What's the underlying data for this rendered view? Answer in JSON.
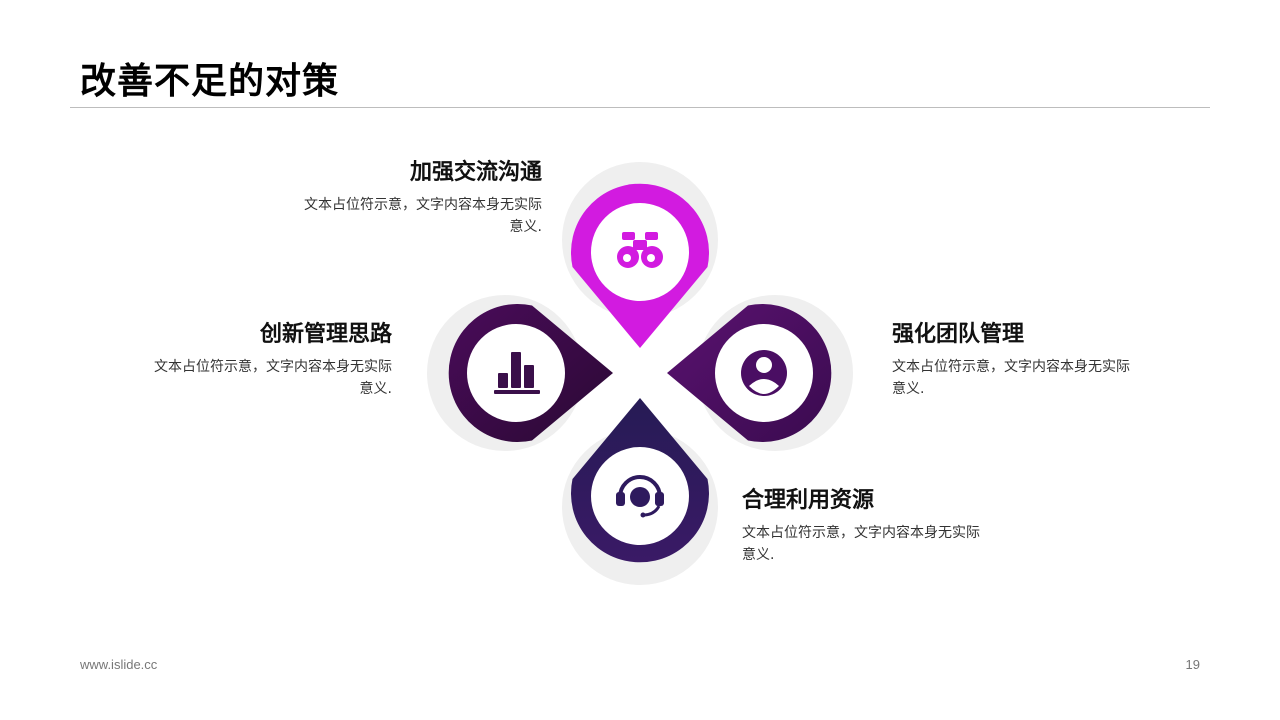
{
  "slide": {
    "title": "改善不足的对策",
    "footer_url": "www.islide.cc",
    "page_number": "19"
  },
  "items": [
    {
      "heading": "加强交流沟通",
      "desc": "文本占位符示意，文字内容本身无实际意义.",
      "icon": "binoculars-icon",
      "color": "#d21be0"
    },
    {
      "heading": "强化团队管理",
      "desc": "文本占位符示意，文字内容本身无实际意义.",
      "icon": "user-avatar-icon",
      "color": "#4a0e63"
    },
    {
      "heading": "合理利用资源",
      "desc": "文本占位符示意，文字内容本身无实际意义.",
      "icon": "headset-icon",
      "color": "#2e1a5e"
    },
    {
      "heading": "创新管理思路",
      "desc": "文本占位符示意，文字内容本身无实际意义.",
      "icon": "bar-chart-icon",
      "color": "#3a0f4a"
    }
  ],
  "colors": {
    "halo": "#efefef",
    "inner_circle": "#ffffff"
  }
}
